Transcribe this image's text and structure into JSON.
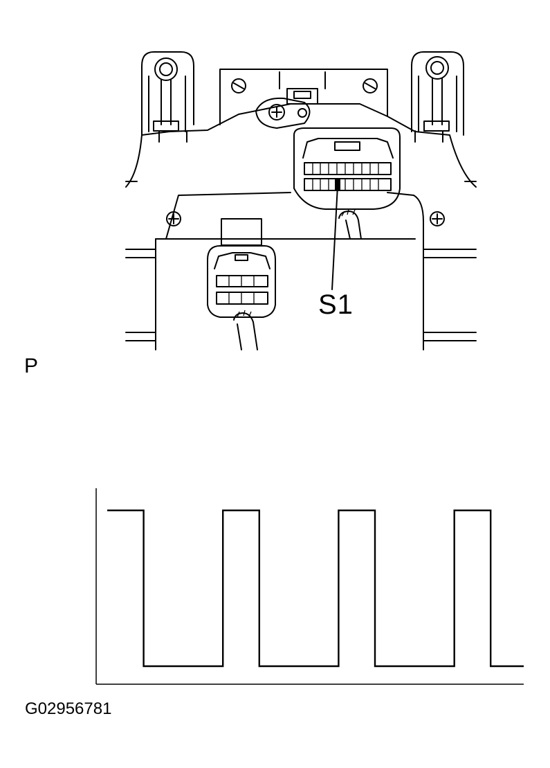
{
  "diagram": {
    "callout_label": "S1",
    "terminal_label": "P",
    "figure_code": "G02956781"
  },
  "chart_data": {
    "type": "line",
    "title": "",
    "xlabel": "",
    "ylabel": "",
    "grid": false,
    "levels": {
      "high": 1,
      "low": 0
    },
    "series": [
      {
        "values": [
          1,
          1,
          1,
          1,
          0,
          0,
          0,
          0,
          0,
          0,
          1,
          1,
          1,
          0,
          0,
          0,
          0,
          0,
          0,
          1,
          1,
          1,
          0,
          0,
          0,
          0,
          0,
          0,
          1,
          1,
          1,
          0,
          0
        ]
      }
    ],
    "segments": [
      {
        "level": "high",
        "start": 0.0,
        "end": 0.55
      },
      {
        "level": "low",
        "start": 0.55,
        "end": 1.75
      },
      {
        "level": "high",
        "start": 1.75,
        "end": 2.3
      },
      {
        "level": "low",
        "start": 2.3,
        "end": 3.5
      },
      {
        "level": "high",
        "start": 3.5,
        "end": 4.05
      },
      {
        "level": "low",
        "start": 4.05,
        "end": 5.25
      },
      {
        "level": "high",
        "start": 5.25,
        "end": 5.8
      },
      {
        "level": "low",
        "start": 5.8,
        "end": 6.3
      }
    ],
    "xlim": [
      0,
      6.3
    ]
  }
}
